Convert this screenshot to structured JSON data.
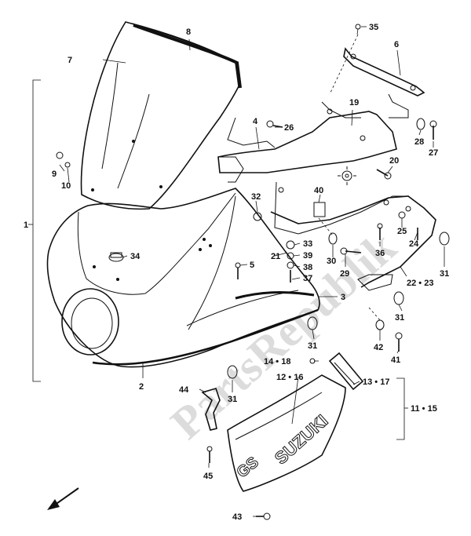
{
  "watermark": "PartsRepublik",
  "labels": {
    "n1": "1",
    "n2": "2",
    "n3": "3",
    "n4": "4",
    "n5": "5",
    "n6": "6",
    "n7": "7",
    "n8": "8",
    "n9": "9",
    "n10": "10",
    "n11_15": "11 • 15",
    "n12_16": "12 • 16",
    "n13_17": "13 • 17",
    "n14_18": "14 • 18",
    "n19": "19",
    "n20": "20",
    "n21": "21",
    "n22_23": "22 • 23",
    "n24": "24",
    "n25": "25",
    "n26": "26",
    "n27": "27",
    "n28": "28",
    "n29": "29",
    "n30": "30",
    "n31a": "31",
    "n31b": "31",
    "n31c": "31",
    "n31d": "31",
    "n32": "32",
    "n33": "33",
    "n34": "34",
    "n35": "35",
    "n36": "36",
    "n37": "37",
    "n38": "38",
    "n39": "39",
    "n40": "40",
    "n41": "41",
    "n42": "42",
    "n43": "43",
    "n44": "44",
    "n45": "45"
  },
  "cowl_text": {
    "brand": "SUZUKI",
    "model": "GS"
  }
}
